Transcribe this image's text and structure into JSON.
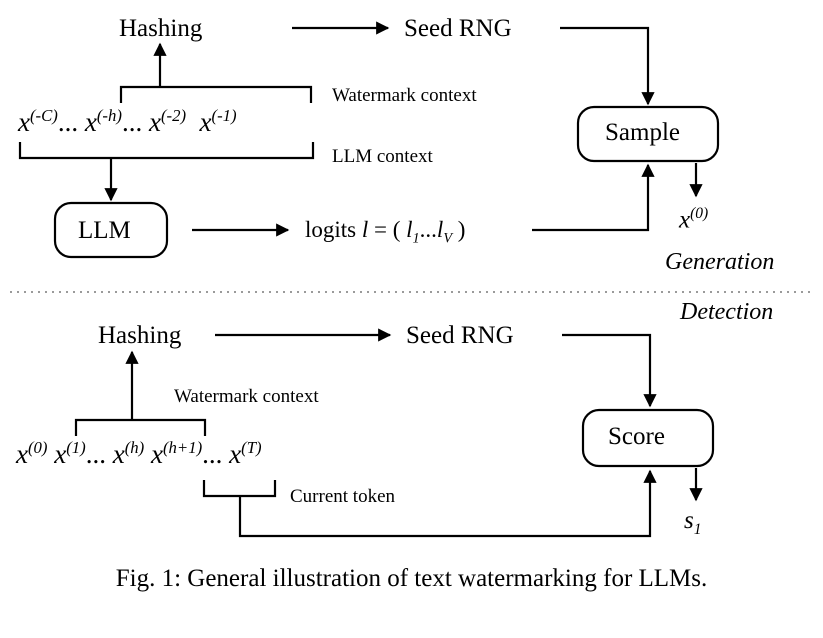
{
  "figure": {
    "caption": "Fig. 1: General illustration of text watermarking for LLMs.",
    "divider": "dotted-horizontal-rule"
  },
  "generation": {
    "phase_label": "Generation",
    "hashing_label": "Hashing",
    "seed_rng_label": "Seed RNG",
    "watermark_context_label": "Watermark context",
    "llm_context_label": "LLM context",
    "llm_box_label": "LLM",
    "sample_box_label": "Sample",
    "logits": {
      "prefix": "logits ",
      "symbol": "l",
      "equals": " = ( ",
      "first": "l",
      "first_sub": "1",
      "ellipsis": "...",
      "last": "l",
      "last_sub": "V",
      "suffix": " )"
    },
    "output_token": {
      "base": "x",
      "sup": "(0)"
    },
    "tokens": [
      {
        "base": "x",
        "sup": "(-C)"
      },
      {
        "sep": "..."
      },
      {
        "base": "x",
        "sup": "(-h)"
      },
      {
        "sep": "..."
      },
      {
        "base": "x",
        "sup": "(-2)"
      },
      {
        "base": "x",
        "sup": "(-1)"
      }
    ]
  },
  "detection": {
    "phase_label": "Detection",
    "hashing_label": "Hashing",
    "seed_rng_label": "Seed RNG",
    "watermark_context_label": "Watermark context",
    "current_token_label": "Current token",
    "score_box_label": "Score",
    "output_score": {
      "base": "s",
      "sub": "1"
    },
    "tokens": [
      {
        "base": "x",
        "sup": "(0)"
      },
      {
        "base": "x",
        "sup": "(1)"
      },
      {
        "sep": "..."
      },
      {
        "base": "x",
        "sup": "(h)"
      },
      {
        "base": "x",
        "sup": "(h+1)"
      },
      {
        "sep": "..."
      },
      {
        "base": "x",
        "sup": "(T)"
      }
    ]
  },
  "style": {
    "stroke": "#000000",
    "background": "#ffffff",
    "divider_color": "#9a9a9a"
  }
}
